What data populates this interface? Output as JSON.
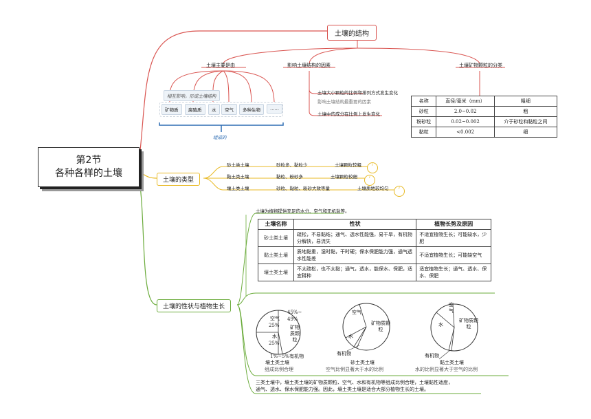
{
  "root": {
    "line1": "第2节",
    "line2": "各种各样的土壤"
  },
  "structure": {
    "title": "土壤的结构",
    "branch_a": {
      "title": "土壤主要是由",
      "note": "相互影响，形成土壤结构",
      "items": [
        "矿物质",
        "腐殖质",
        "水",
        "空气",
        "多种生物",
        "……"
      ],
      "footer": "组成的"
    },
    "branch_b": {
      "title": "影响土壤结构的因素",
      "items": [
        "土壤大小颗粒的比例和排列方式发生变化",
        "影响土壤结构最重要的因素",
        "土壤中的成分在比例上发生变化"
      ]
    },
    "branch_c": {
      "title": "土壤矿物颗粒的分类",
      "table": {
        "headers": [
          "名称",
          "直径/毫米（mm）",
          "粗细"
        ],
        "rows": [
          [
            "砂粒",
            "2.0~0.02",
            "粗"
          ],
          [
            "粉砂粒",
            "0.02~0.002",
            "介于砂粒和黏粒之间"
          ],
          [
            "黏粒",
            "<0.002",
            "细"
          ]
        ]
      }
    }
  },
  "types": {
    "title": "土壤的类型",
    "rows": [
      {
        "name": "砂土类土壤",
        "comp": "砂粒多、黏粒少",
        "result": "土壤颗粒较粗"
      },
      {
        "name": "黏土类土壤",
        "comp": "黏粒、粉砂多",
        "result": "土壤颗粒较细"
      },
      {
        "name": "壤土类土壤",
        "comp": "砂粒、黏粒、粉砂大致等量",
        "result": "土壤质地较均匀"
      }
    ]
  },
  "properties": {
    "title": "土壤的性状与植物生长",
    "intro": "土壤为植物提供充足的水分、空气和无机盐等。",
    "table": {
      "headers": [
        "土壤名称",
        "性状",
        "植物长势及原因"
      ],
      "rows": [
        {
          "name": "砂土类土壤",
          "trait": "疏松，不易黏结；通气、透水性能强，易干旱，有机物分解快，易流失",
          "growth": "不适宜植物生长；可能缺水，少肥"
        },
        {
          "name": "黏土类土壤",
          "trait": "质地黏重，湿时黏，干时硬；保水保肥能力强，通气透水性能差",
          "growth": "不适宜植物生长；可能缺空气"
        },
        {
          "name": "壤土类土壤",
          "trait": "不太疏松，也不太黏；通气，透水，能保水、保肥，适宜耕种",
          "growth": "适宜植物生长；通气、透水、保水、保肥"
        }
      ]
    },
    "pies": [
      {
        "labels": {
          "air": "空气",
          "air_pct": "25%",
          "water": "水",
          "water_pct": "25%",
          "mineral_pct": "45%~",
          "mineral_pct2": "49%",
          "mineral": "矿物质颗粒",
          "organic": "1%~5%有机物"
        },
        "caption1": "壤土类土壤",
        "caption2": "组成比例合理"
      },
      {
        "labels": {
          "air": "空气",
          "water": "水",
          "mineral": "矿物质颗粒",
          "organic": "有机物"
        },
        "caption1": "砂土类土壤",
        "caption2": "空气比例显著大于水的比例"
      },
      {
        "labels": {
          "air": "空气",
          "water": "水",
          "mineral": "矿物质颗粒",
          "organic": "有机物"
        },
        "caption1": "黏土类土壤",
        "caption2": "水的比例显著大于空气的比例"
      }
    ],
    "summary_line1": "三类土壤中，壤土类土壤的矿物质颗粒、空气、水和有机物等组成比例合理，土壤黏性适度，",
    "summary_line2": "通气、透水、保水保肥能力强。因此，壤土类土壤是适合大部分植物生长的土壤。"
  },
  "colors": {
    "red": "#d9534f",
    "yellow": "#e8b923",
    "green": "#6aab3a",
    "blue": "#2e6db4"
  }
}
